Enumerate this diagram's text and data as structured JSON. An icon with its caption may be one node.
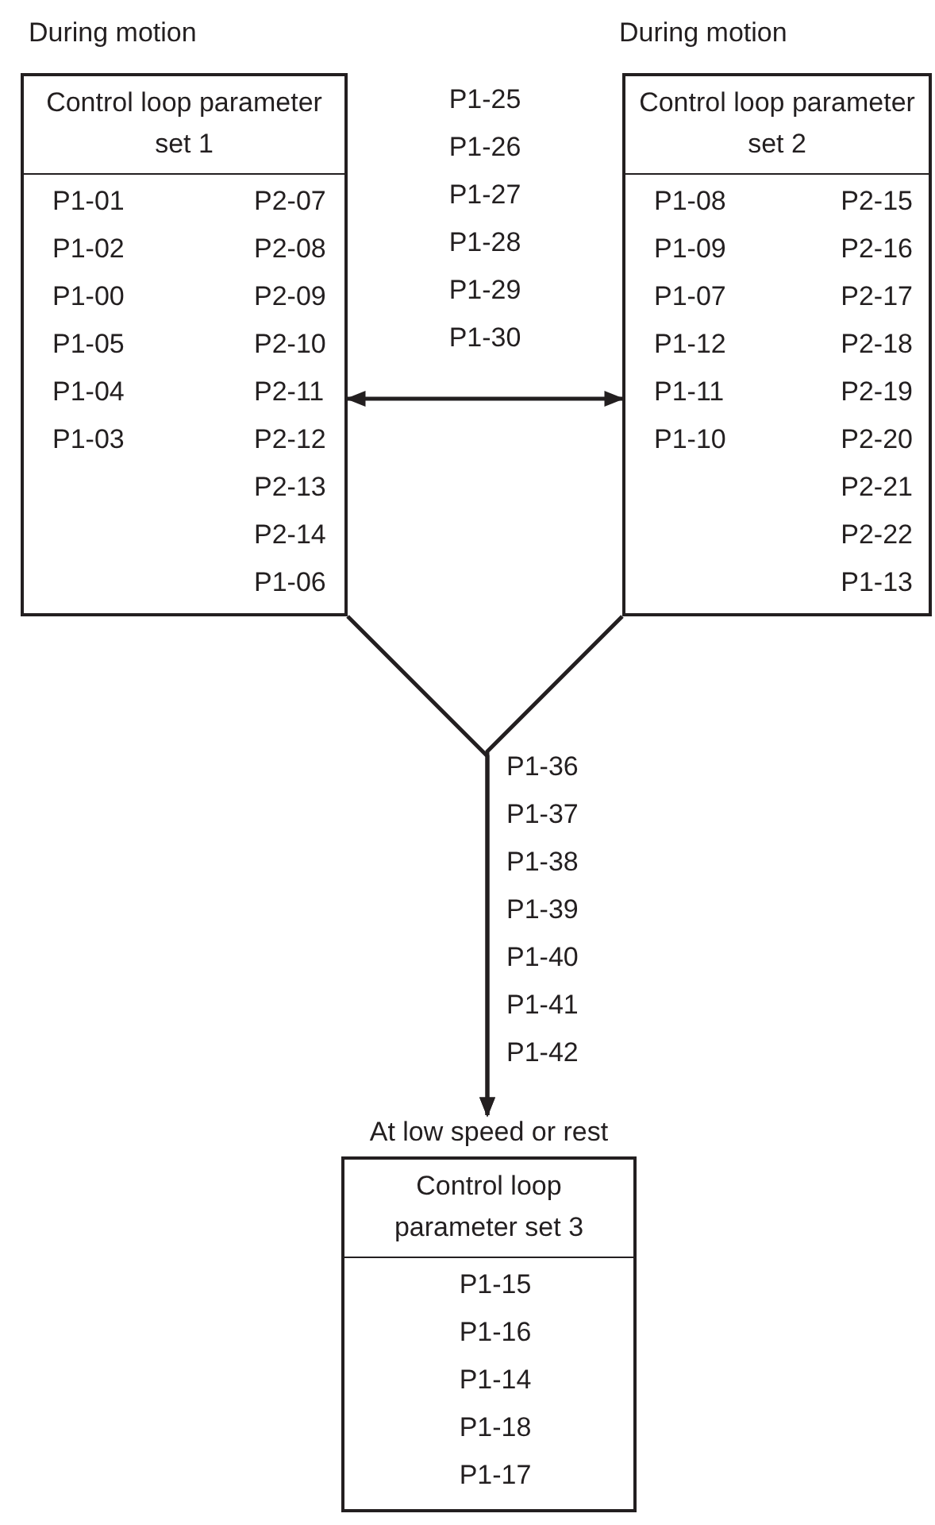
{
  "diagram": {
    "nodes": [
      {
        "text": [
          "Control loop parameter set 1",
          "P1-01",
          "P1-02",
          "P1-00",
          "P1-05",
          "P1-04",
          "P1-03",
          "P2-07",
          "P2-08",
          "P2-09",
          "P2-10",
          "P2-11",
          "P2-12",
          "P2-13",
          "P2-14",
          "P1-06"
        ],
        "beside": [
          "During motion"
        ]
      },
      {
        "text": [
          "Control loop parameter set 2",
          "P1-08",
          "P1-09",
          "P1-07",
          "P1-12",
          "P1-11",
          "P1-10",
          "P2-15",
          "P2-16",
          "P2-17",
          "P2-18",
          "P2-19",
          "P2-20",
          "P2-21",
          "P2-22",
          "P1-13"
        ],
        "beside": [
          "During motion"
        ]
      },
      {
        "text": [
          "Control loop parameter set 3",
          "P1-15",
          "P1-16",
          "P1-14",
          "P1-18",
          "P1-17"
        ],
        "beside": [
          "At low speed or rest"
        ]
      }
    ],
    "edges": [
      {
        "from": 0,
        "to": 1,
        "arrow": "both",
        "label": "P1-25 P1-26 P1-27 P1-28 P1-29 P1-30"
      },
      {
        "from": 0,
        "to": 2,
        "arrow": "to",
        "label": "P1-36 P1-37 P1-38 P1-39 P1-40 P1-41 P1-42"
      },
      {
        "from": 1,
        "to": 2,
        "arrow": "to"
      }
    ]
  }
}
